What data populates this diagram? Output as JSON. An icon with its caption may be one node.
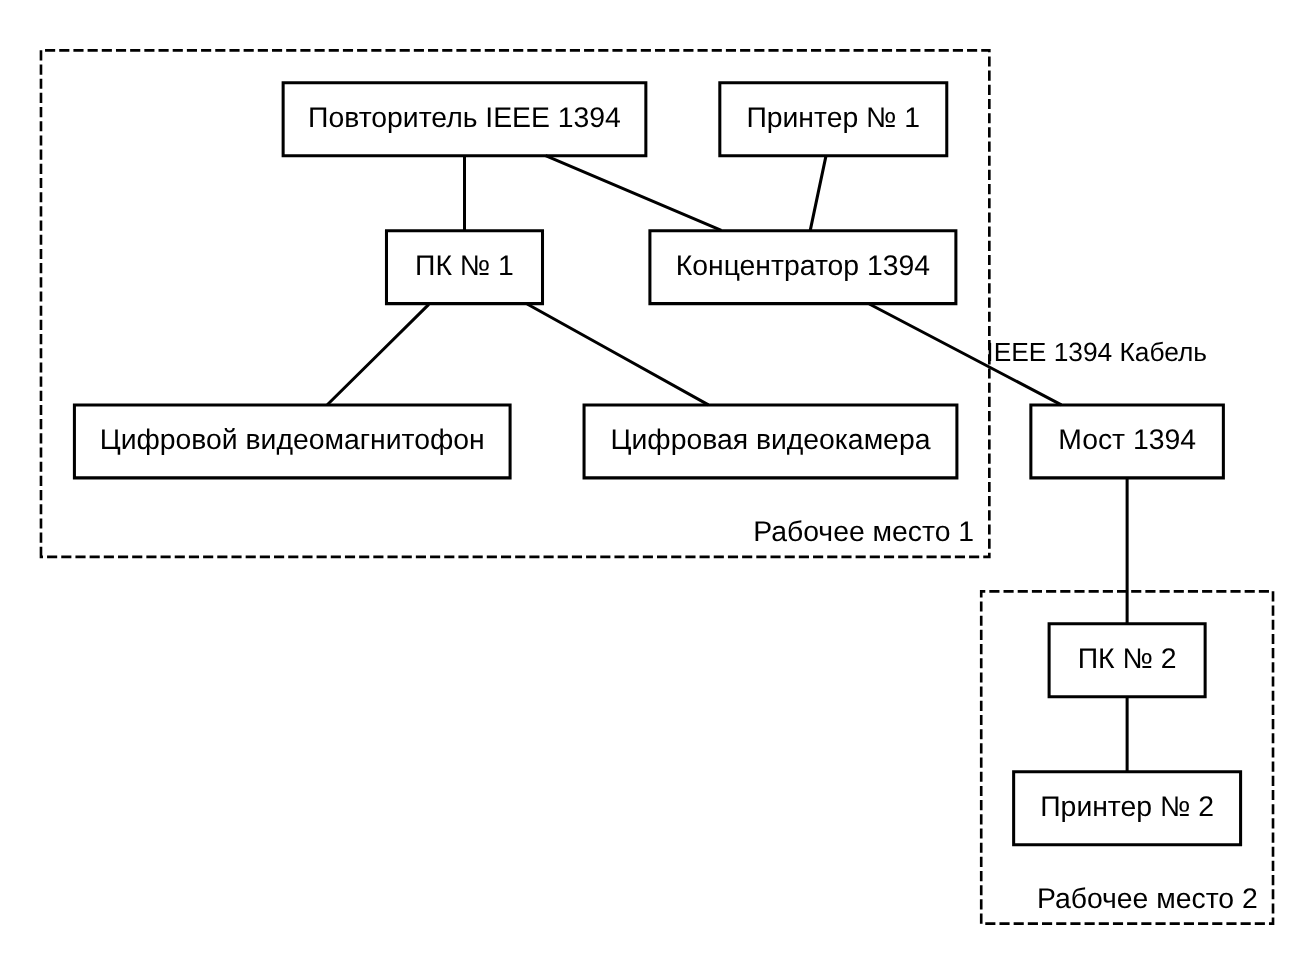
{
  "diagram": {
    "nodes": [
      {
        "text": [
          "Рабочее место 1"
        ]
      },
      {
        "text": [
          "Принтер № 1"
        ],
        "in": 0
      },
      {
        "text": [
          "Концентратор 1394"
        ],
        "in": 0
      },
      {
        "text": [
          "Повторитель IEEE 1394"
        ],
        "in": 0
      },
      {
        "text": [
          "ПК № 1"
        ],
        "in": 0
      },
      {
        "text": [
          "Цифровой видеомагнитофон"
        ],
        "in": 0
      },
      {
        "text": [
          "Цифровая видеокамера"
        ],
        "in": 0
      },
      {
        "text": [
          "Мост 1394"
        ]
      },
      {
        "text": [
          "Рабочее место 2"
        ]
      },
      {
        "text": [
          "ПК № 2"
        ],
        "in": 8
      },
      {
        "text": [
          "Принтер № 2"
        ],
        "in": 8
      }
    ],
    "edges": [
      {
        "from": 1,
        "to": 2,
        "arrow": "none"
      },
      {
        "from": 2,
        "to": 7,
        "arrow": "none",
        "label": "IEEE 1394 Кабель"
      },
      {
        "from": 3,
        "to": 2,
        "arrow": "none"
      },
      {
        "from": 3,
        "to": 4,
        "arrow": "none"
      },
      {
        "from": 4,
        "to": 5,
        "arrow": "none"
      },
      {
        "from": 4,
        "to": 6,
        "arrow": "none"
      },
      {
        "from": 7,
        "to": 9,
        "arrow": "none"
      },
      {
        "from": 9,
        "to": 10,
        "arrow": "none"
      }
    ]
  }
}
